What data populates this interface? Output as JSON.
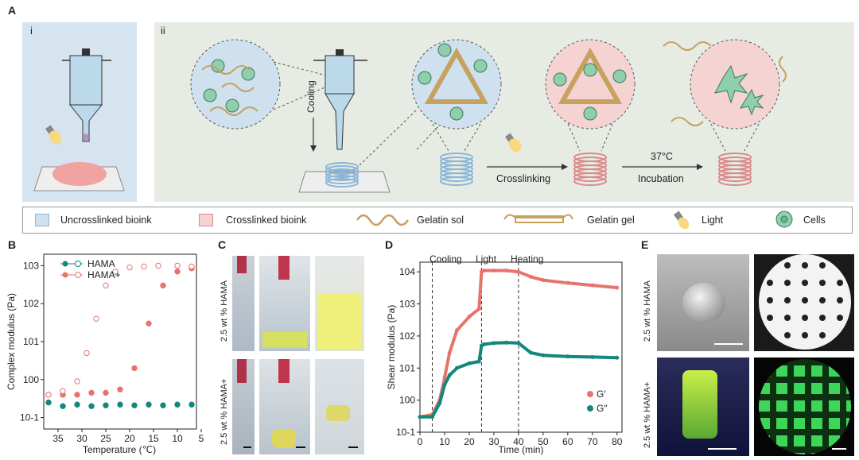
{
  "panelA": {
    "label": "A",
    "sub_i": "i",
    "sub_ii": "ii",
    "cooling": "Cooling",
    "crosslinking": "Crosslinking",
    "temp": "37°C",
    "incubation": "Incubation"
  },
  "legend": {
    "uncrosslinked": "Uncrosslinked bioink",
    "crosslinked": "Crosslinked bioink",
    "gelatin_sol": "Gelatin sol",
    "gelatin_gel": "Gelatin gel",
    "light": "Light",
    "cells": "Cells"
  },
  "panelB": {
    "label": "B",
    "ylabel": "Complex modulus (Pa)",
    "xlabel": "Temperature (℃)",
    "xticks": [
      "35",
      "30",
      "25",
      "20",
      "15",
      "10",
      "5"
    ],
    "yticks": [
      "10-1",
      "100",
      "101",
      "102",
      "103"
    ],
    "legend": [
      "HAMA",
      "HAMA+"
    ]
  },
  "panelC": {
    "label": "C",
    "row1": "2.5 wt % HAMA",
    "row2": "2.5 wt % HAMA+"
  },
  "panelD": {
    "label": "D",
    "ylabel": "Shear modulus (Pa)",
    "xlabel": "Time (min)",
    "xticks": [
      "0",
      "10",
      "20",
      "30",
      "40",
      "50",
      "60",
      "70",
      "80"
    ],
    "yticks": [
      "10-1",
      "100",
      "101",
      "102",
      "103",
      "104"
    ],
    "phases": [
      "Cooling",
      "Light",
      "Heating"
    ],
    "legend": [
      "G′",
      "G″"
    ]
  },
  "panelE": {
    "label": "E",
    "row1": "2.5 wt % HAMA",
    "row2": "2.5 wt % HAMA+"
  },
  "colors": {
    "red": "#e8736d",
    "teal": "#14877b",
    "bg_blue": "#d6e4ef",
    "bg_grey": "#e6ebe3"
  },
  "chart_data": [
    {
      "type": "scatter",
      "title": "",
      "xlabel": "Temperature (℃)",
      "ylabel": "Complex modulus (Pa)",
      "xlim": [
        38,
        6
      ],
      "ylim": [
        0.05,
        2000
      ],
      "yscale": "log",
      "series": [
        {
          "name": "HAMA",
          "x": [
            37,
            34,
            31,
            28,
            25,
            22,
            19,
            16,
            13,
            10,
            7
          ],
          "y": [
            0.25,
            0.2,
            0.22,
            0.2,
            0.21,
            0.22,
            0.21,
            0.22,
            0.21,
            0.22,
            0.22
          ]
        },
        {
          "name": "HAMA+",
          "x": [
            37,
            34,
            31,
            28,
            25,
            22,
            19,
            16,
            13,
            10,
            7
          ],
          "y": [
            0.4,
            0.4,
            0.4,
            0.45,
            0.45,
            0.55,
            2,
            30,
            300,
            700,
            850
          ]
        },
        {
          "name": "HAMA+ (open)",
          "x": [
            37,
            34,
            31,
            29,
            27,
            25,
            23,
            20,
            17,
            14,
            10,
            7
          ],
          "y": [
            0.4,
            0.5,
            0.9,
            5,
            40,
            300,
            700,
            900,
            950,
            1000,
            1000,
            950
          ]
        }
      ]
    },
    {
      "type": "scatter",
      "title": "",
      "xlabel": "Time (min)",
      "ylabel": "Shear modulus (Pa)",
      "xlim": [
        0,
        82
      ],
      "ylim": [
        0.1,
        20000
      ],
      "yscale": "log",
      "series": [
        {
          "name": "G′",
          "x": [
            0,
            5,
            8,
            10,
            12,
            15,
            20,
            24,
            25,
            26,
            30,
            35,
            40,
            45,
            50,
            60,
            70,
            80
          ],
          "y": [
            0.3,
            0.35,
            1,
            5,
            30,
            150,
            400,
            700,
            10000,
            11000,
            11000,
            11000,
            10000,
            7000,
            5500,
            4500,
            3800,
            3200
          ]
        },
        {
          "name": "G″",
          "x": [
            0,
            5,
            8,
            10,
            12,
            15,
            20,
            24,
            25,
            26,
            30,
            35,
            40,
            45,
            50,
            60,
            70,
            80
          ],
          "y": [
            0.3,
            0.3,
            0.8,
            3,
            6,
            10,
            14,
            16,
            50,
            55,
            60,
            62,
            60,
            30,
            25,
            23,
            22,
            21
          ]
        }
      ]
    }
  ]
}
